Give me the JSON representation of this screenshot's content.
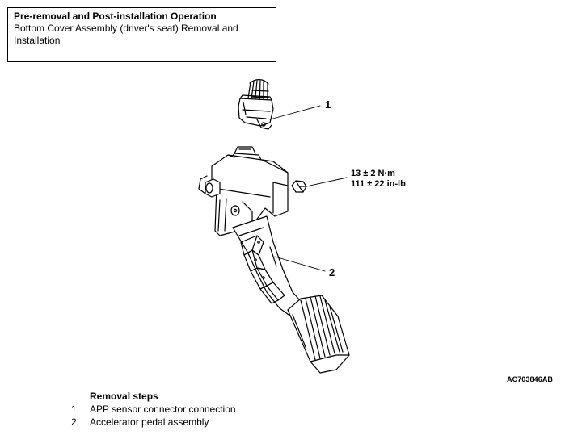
{
  "info_box": {
    "title": "Pre-removal and Post-installation Operation",
    "body": "Bottom Cover Assembly (driver's seat) Removal and Installation"
  },
  "figure": {
    "callouts": {
      "part_1": "1",
      "part_2": "2"
    },
    "torque": {
      "metric": "13 ± 2 N·m",
      "imperial": "111 ± 22 in-lb"
    },
    "figure_code": "AC703846AB"
  },
  "removal_steps": {
    "title": "Removal steps",
    "items": [
      {
        "number": "1.",
        "text": "APP sensor connector connection"
      },
      {
        "number": "2.",
        "text": "Accelerator pedal assembly"
      }
    ]
  }
}
